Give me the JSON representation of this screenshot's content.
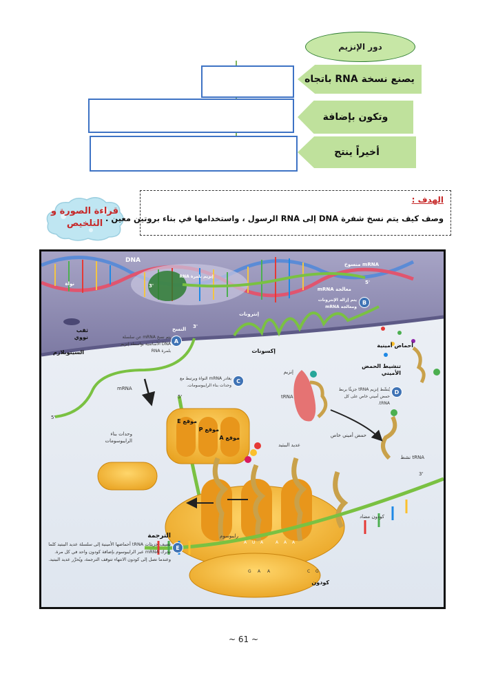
{
  "flow": {
    "title": "دور الإنزيم",
    "steps": [
      {
        "label": "يصنع نسخة RNA باتجاه"
      },
      {
        "label": "وتكون بإضافة"
      },
      {
        "label": "أخيراً ينتج"
      }
    ]
  },
  "cloud_label": "قراءة الصورة و التلخيص",
  "goal": {
    "title": "الهدف :",
    "text": "وصف كيف يتم نسخ شفرة DNA إلى RNA الرسول ، واستخدامها في بناء بروتين معين ."
  },
  "figure": {
    "dna": "DNA",
    "nucleus": "نواة",
    "enzyme_label": "إنزيم بلمرة RNA",
    "three_prime": "3'",
    "five_prime": "5'",
    "mrna_copied": "mRNA منسوخ",
    "mrna_processing": "معالجة mRNA",
    "step_b_text": "يتم إزالة الإنترونات ومعالجة mRNA",
    "introns": "إنترونات",
    "exons": "إكسونات",
    "nuclear_pore": "ثقب نووي",
    "transcription": "النسخ",
    "step_a_text": "يتم نسخ mRNA عن سلسلة DNA الأساسية بواسطة إنزيم بلمرة RNA",
    "cytoplasm": "السيتوبلازم",
    "amino_acids": "أحماض أمينية",
    "aa_activation": "تنشيط الحمض الأميني",
    "step_d_text": "يُنشّط إنزيم tRNA جزيئًا بربط حمض أميني خاص على كل tRNA.",
    "enzyme": "إنزيم",
    "trna": "tRNA",
    "specific_aa": "حمض أميني خاص",
    "trna_active": "tRNA نشط",
    "mrna": "mRNA",
    "step_c_text": "يغادر mRNA النواة ويرتبط مع وحدات بناء الرايبوسومات.",
    "site_e": "موقع E",
    "site_p": "موقع P",
    "site_a": "موقع A",
    "ribosome_units": "وحدات بناء الرايبوسومات",
    "polypeptide": "عديد الببتيد",
    "anticodon": "كودون مضاد",
    "ribosome": "رايبوسوم",
    "codon": "كودون",
    "translation": "الترجمة",
    "step_e_text": "تضيف جزيئات tRNA أحماضها الأمينية إلى سلسلة عديد الببتيد كلما تحرك mRNA عبر الرايبوسوم بإضافة كودون واحد في كل مرة. وعندما تصل إلى كودون الانتهاء تتوقف الترجمة، ويُحرَّر عديد الببتيد.",
    "badges": {
      "a": "A",
      "b": "B",
      "c": "C",
      "d": "D",
      "e": "E"
    },
    "bases": [
      "A",
      "U",
      "A",
      "A",
      "A",
      "A",
      "G",
      "A",
      "A",
      "C",
      "G"
    ]
  },
  "page_number": "~ 61 ~",
  "colors": {
    "flow_green": "#bfe19c",
    "box_blue": "#3d72c4",
    "goal_red": "#c62828",
    "nucleus": "#8a87b0",
    "ribosome": "#f0b23a",
    "mrna_green": "#7ac142",
    "badge_blue": "#3f73b5"
  }
}
